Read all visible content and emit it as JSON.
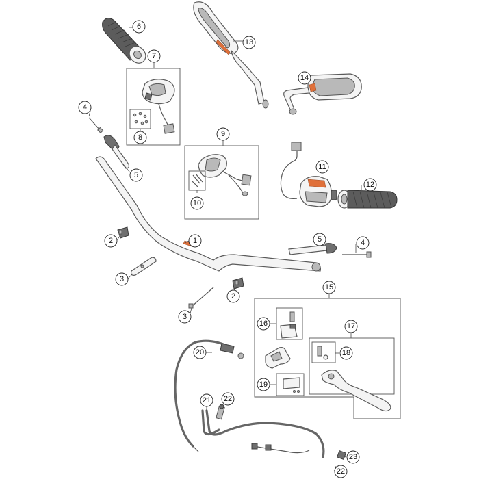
{
  "diagram": {
    "callouts": {
      "c1": "1",
      "c2a": "2",
      "c2b": "2",
      "c3a": "3",
      "c3b": "3",
      "c4a": "4",
      "c4b": "4",
      "c5a": "5",
      "c5b": "5",
      "c6": "6",
      "c7": "7",
      "c8": "8",
      "c9": "9",
      "c10": "10",
      "c11": "11",
      "c12": "12",
      "c13": "13",
      "c14": "14",
      "c15": "15",
      "c16": "16",
      "c17": "17",
      "c18": "18",
      "c19": "19",
      "c20": "20",
      "c21": "21",
      "c22a": "22",
      "c22b": "22",
      "c23": "23"
    },
    "colors": {
      "background": "#ffffff",
      "line": "#5a5a5a",
      "accent": "#e0703a"
    }
  }
}
